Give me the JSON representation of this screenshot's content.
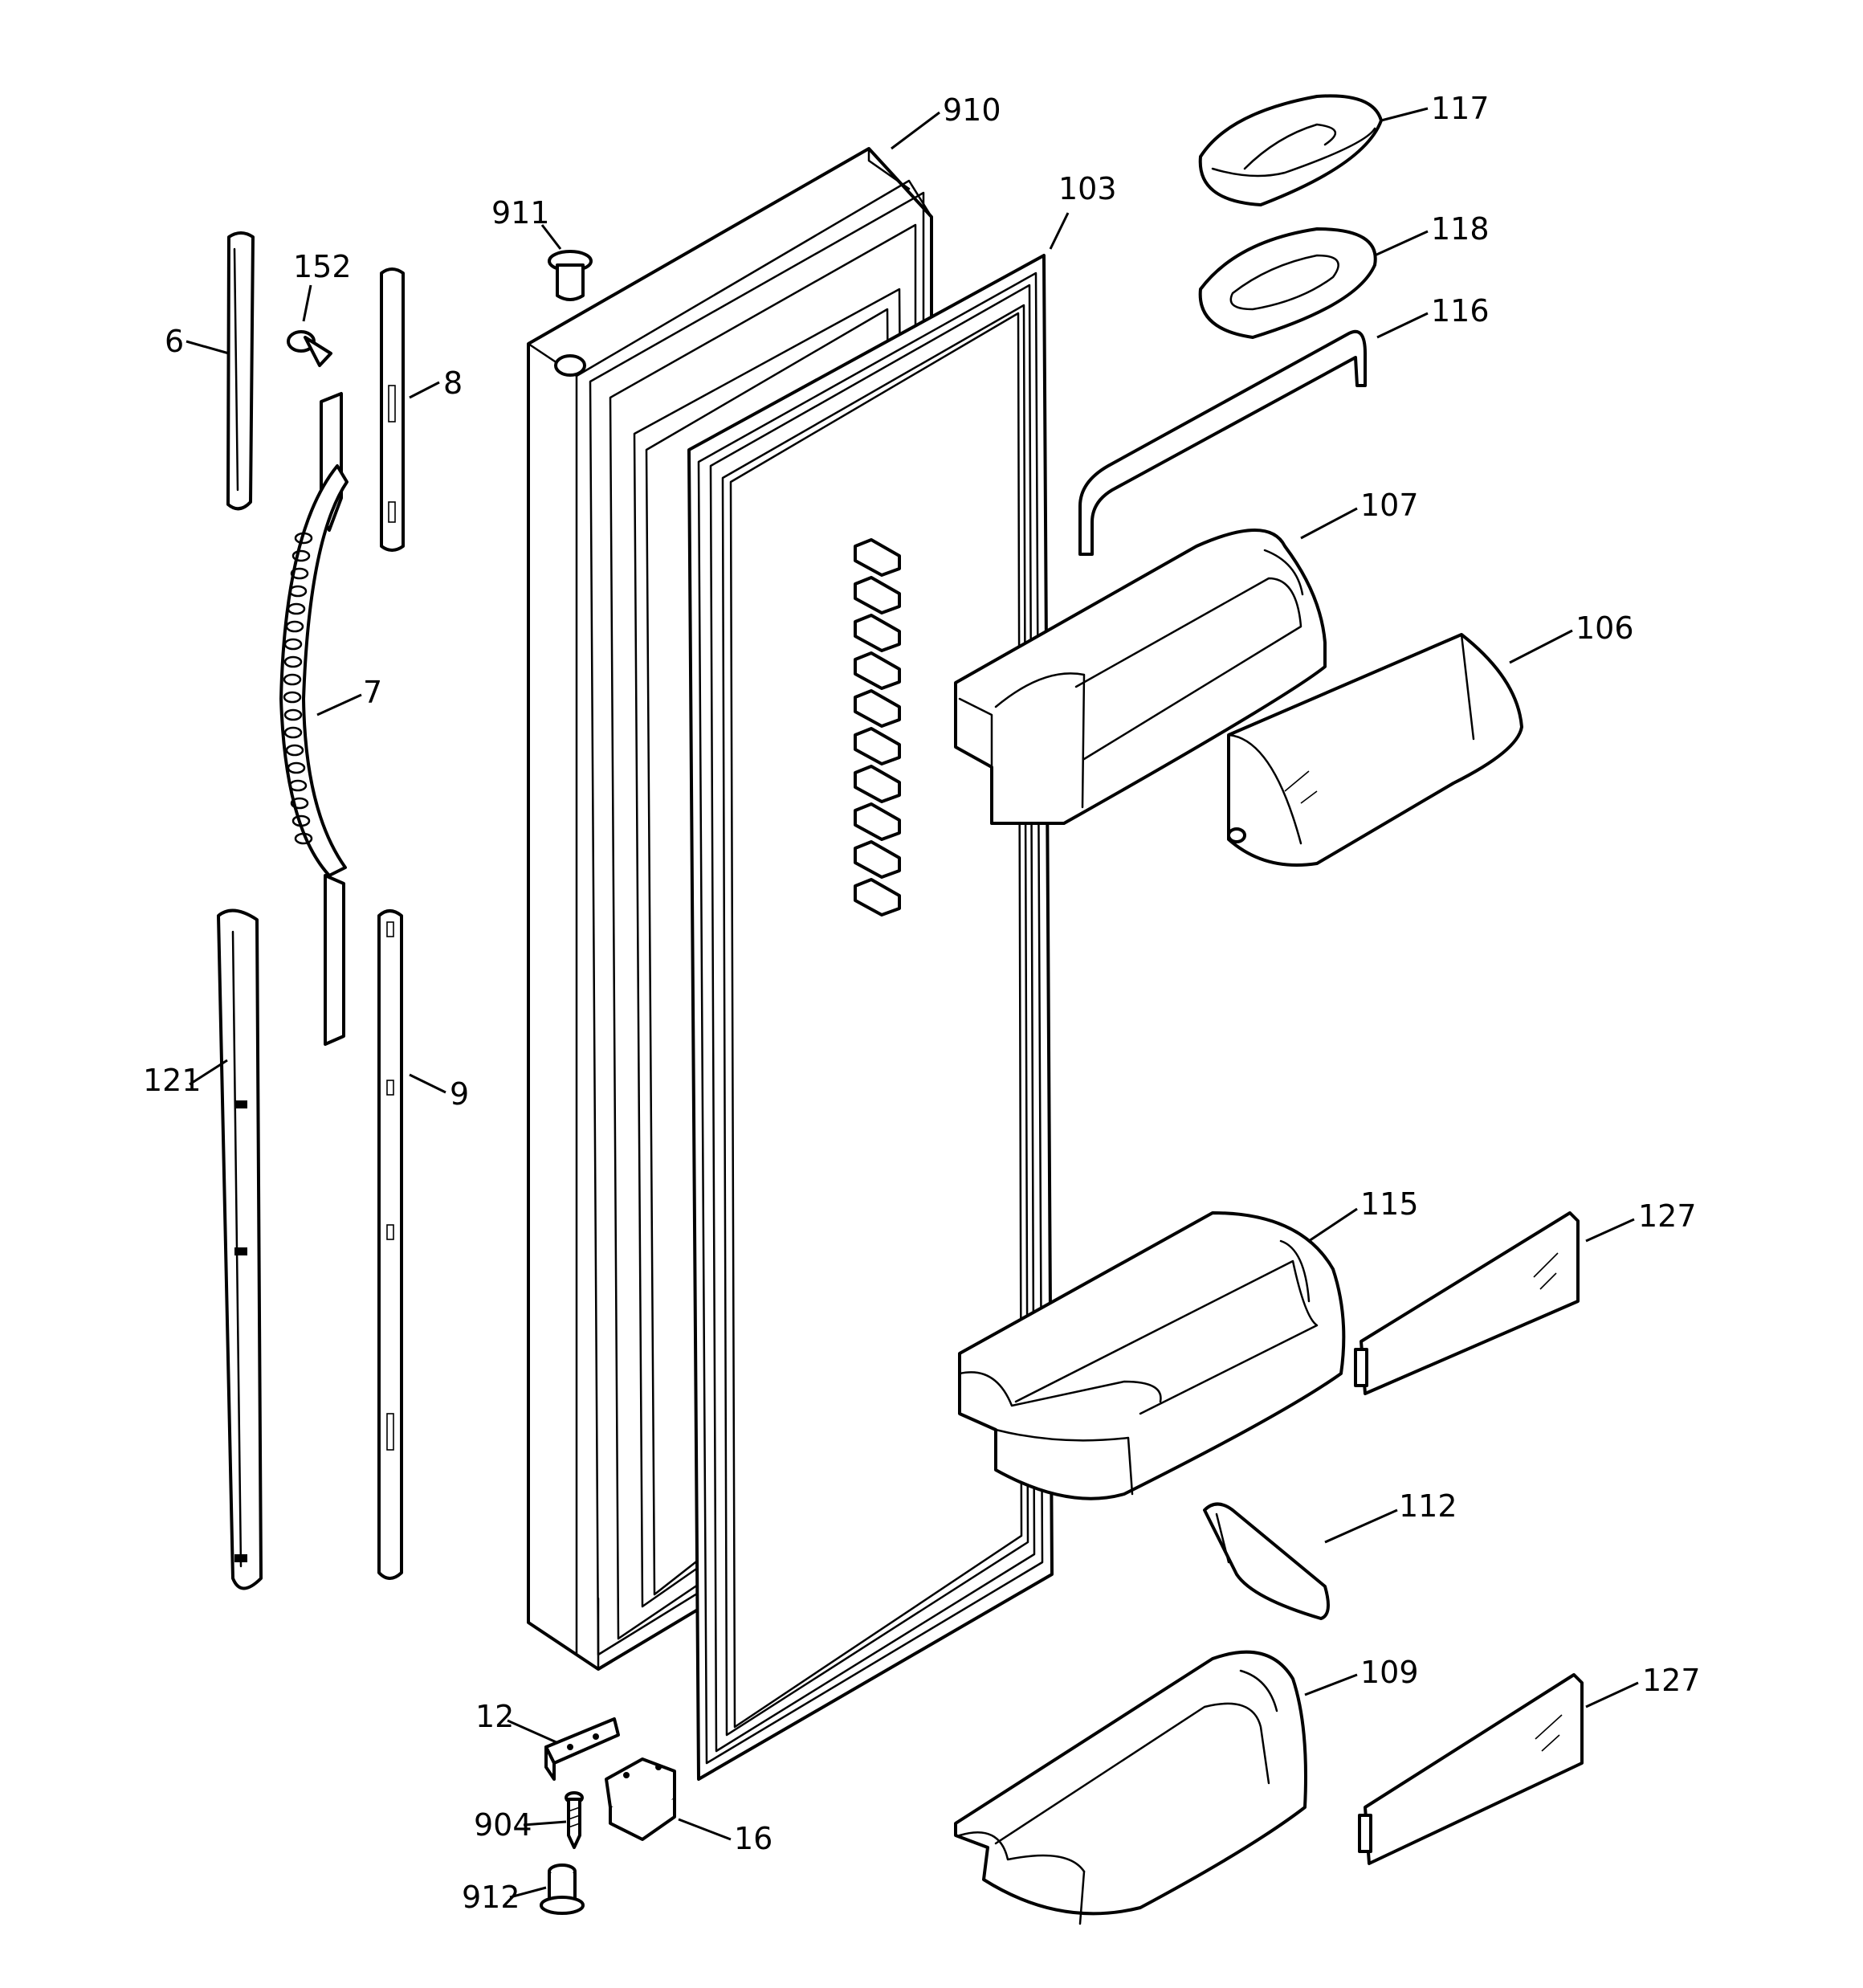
{
  "diagram": {
    "callouts": [
      {
        "id": "p910",
        "label": "910"
      },
      {
        "id": "p911",
        "label": "911"
      },
      {
        "id": "p103",
        "label": "103"
      },
      {
        "id": "p117",
        "label": "117"
      },
      {
        "id": "p118",
        "label": "118"
      },
      {
        "id": "p116",
        "label": "116"
      },
      {
        "id": "p152",
        "label": "152"
      },
      {
        "id": "p6",
        "label": "6"
      },
      {
        "id": "p8",
        "label": "8"
      },
      {
        "id": "p7",
        "label": "7"
      },
      {
        "id": "p107",
        "label": "107"
      },
      {
        "id": "p106",
        "label": "106"
      },
      {
        "id": "p121",
        "label": "121"
      },
      {
        "id": "p9",
        "label": "9"
      },
      {
        "id": "p115",
        "label": "115"
      },
      {
        "id": "p127a",
        "label": "127"
      },
      {
        "id": "p112",
        "label": "112"
      },
      {
        "id": "p109",
        "label": "109"
      },
      {
        "id": "p127b",
        "label": "127"
      },
      {
        "id": "p12",
        "label": "12"
      },
      {
        "id": "p904",
        "label": "904"
      },
      {
        "id": "p16",
        "label": "16"
      },
      {
        "id": "p912",
        "label": "912"
      }
    ]
  }
}
